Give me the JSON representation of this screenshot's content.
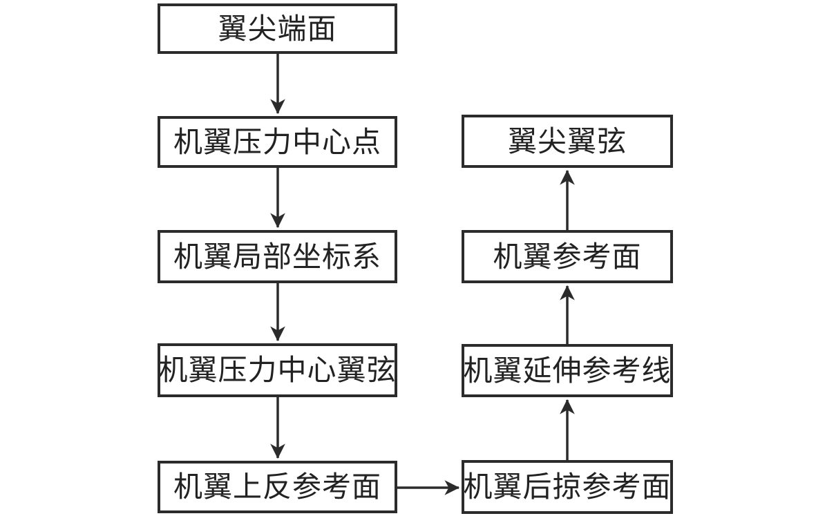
{
  "diagram": {
    "type": "flowchart",
    "background_color": "#ffffff",
    "line_color": "#2b2b2b",
    "text_color": "#222222",
    "nodes": [
      {
        "id": "n1",
        "label": "翼尖端面"
      },
      {
        "id": "n2",
        "label": "机翼压力中心点"
      },
      {
        "id": "n3",
        "label": "机翼局部坐标系"
      },
      {
        "id": "n4",
        "label": "机翼压力中心翼弦"
      },
      {
        "id": "n5",
        "label": "机翼上反参考面"
      },
      {
        "id": "n6",
        "label": "机翼后掠参考面"
      },
      {
        "id": "n7",
        "label": "机翼延伸参考线"
      },
      {
        "id": "n8",
        "label": "机翼参考面"
      },
      {
        "id": "n9",
        "label": "翼尖翼弦"
      }
    ],
    "edges": [
      {
        "from": "翼尖端面",
        "to": "机翼压力中心点",
        "direction": "down"
      },
      {
        "from": "机翼压力中心点",
        "to": "机翼局部坐标系",
        "direction": "down"
      },
      {
        "from": "机翼局部坐标系",
        "to": "机翼压力中心翼弦",
        "direction": "down"
      },
      {
        "from": "机翼压力中心翼弦",
        "to": "机翼上反参考面",
        "direction": "down"
      },
      {
        "from": "机翼上反参考面",
        "to": "机翼后掠参考面",
        "direction": "right"
      },
      {
        "from": "机翼后掠参考面",
        "to": "机翼延伸参考线",
        "direction": "up"
      },
      {
        "from": "机翼延伸参考线",
        "to": "机翼参考面",
        "direction": "up"
      },
      {
        "from": "机翼参考面",
        "to": "翼尖翼弦",
        "direction": "up"
      }
    ]
  }
}
